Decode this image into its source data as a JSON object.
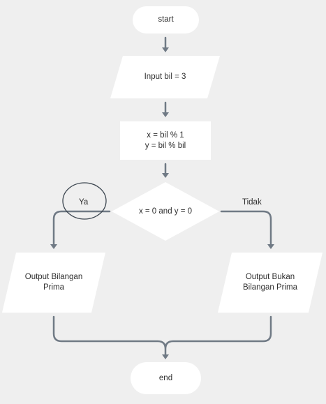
{
  "nodes": {
    "start": "start",
    "input": "Input bil = 3",
    "process": "x = bil % 1\ny = bil % bil",
    "decision": "x = 0 and y = 0",
    "out_yes": "Output Bilangan\nPrima",
    "out_no": "Output Bukan\nBilangan Prima",
    "end": "end"
  },
  "edges": {
    "yes_label": "Ya",
    "no_label": "Tidak"
  },
  "colors": {
    "shape_fill": "#ffffff",
    "connector": "#707a85",
    "annotation_circle": "#3c4650",
    "background": "#efefef"
  }
}
